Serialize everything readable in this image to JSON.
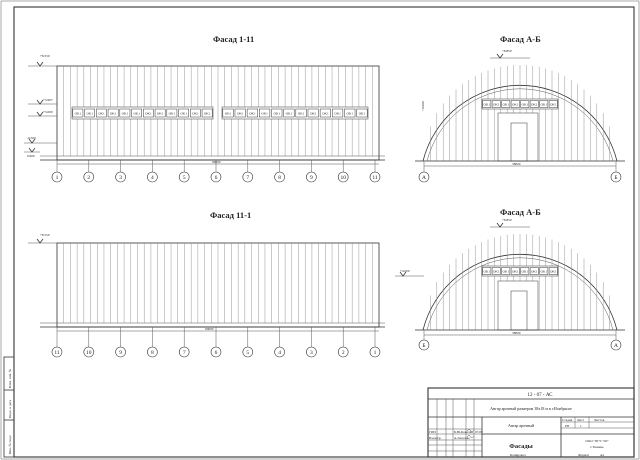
{
  "elevations": {
    "fasad_1_11": {
      "title": "Фасад 1-11",
      "axes": [
        "1",
        "2",
        "3",
        "4",
        "5",
        "6",
        "7",
        "8",
        "9",
        "10",
        "11"
      ],
      "dimension": "90000",
      "level_top": "+8.550",
      "level_window_top": "+3.997",
      "level_window_bottom": "+3.000",
      "level_ground": "-0.500",
      "level_base": "0.900",
      "window_label": "OK1"
    },
    "fasad_11_1": {
      "title": "Фасад 11-1",
      "axes": [
        "11",
        "10",
        "9",
        "8",
        "7",
        "6",
        "5",
        "4",
        "3",
        "2",
        "1"
      ],
      "dimension": "90000",
      "level_top": "+8.550"
    },
    "fasad_ab_1": {
      "title": "Фасад А-Б",
      "axes": [
        "А",
        "Б"
      ],
      "dimension": "38000",
      "level_top": "+8.850",
      "level_window": "+4.000",
      "window_label": "OK1"
    },
    "fasad_ab_2": {
      "title": "Фасад А-Б",
      "axes": [
        "Б",
        "А"
      ],
      "dimension": "38000",
      "level_top": "+8.850",
      "level_window": "+4.000",
      "window_label": "OK1"
    }
  },
  "stamp": {
    "code": "12 - 07 - АС",
    "project": "Ангар арочный размером 38х18 м в г.Ноябрьске",
    "object": "Ангар арочный",
    "stage_header": "Стадия",
    "sheet_header": "Лист",
    "sheets_header": "Листов",
    "stage": "РП",
    "sheet": "1",
    "role_1": "ГИП",
    "role_2": "Н.контр.",
    "name_1": "Б.Ю.Ковалёв",
    "name_2": "А.Лысенко",
    "date": "07.09",
    "drawing_title": "Фасады",
    "company_line1": "ООО \"ПГУ ЭО\"",
    "company_line2": "г.Тюмень",
    "copied": "Копировал",
    "format": "Формат",
    "format_value": "А2"
  },
  "side_stamp": {
    "cell_1": "Взам. инв. №",
    "cell_2": "Подп. и дата",
    "cell_3": "Инв. № подл."
  }
}
